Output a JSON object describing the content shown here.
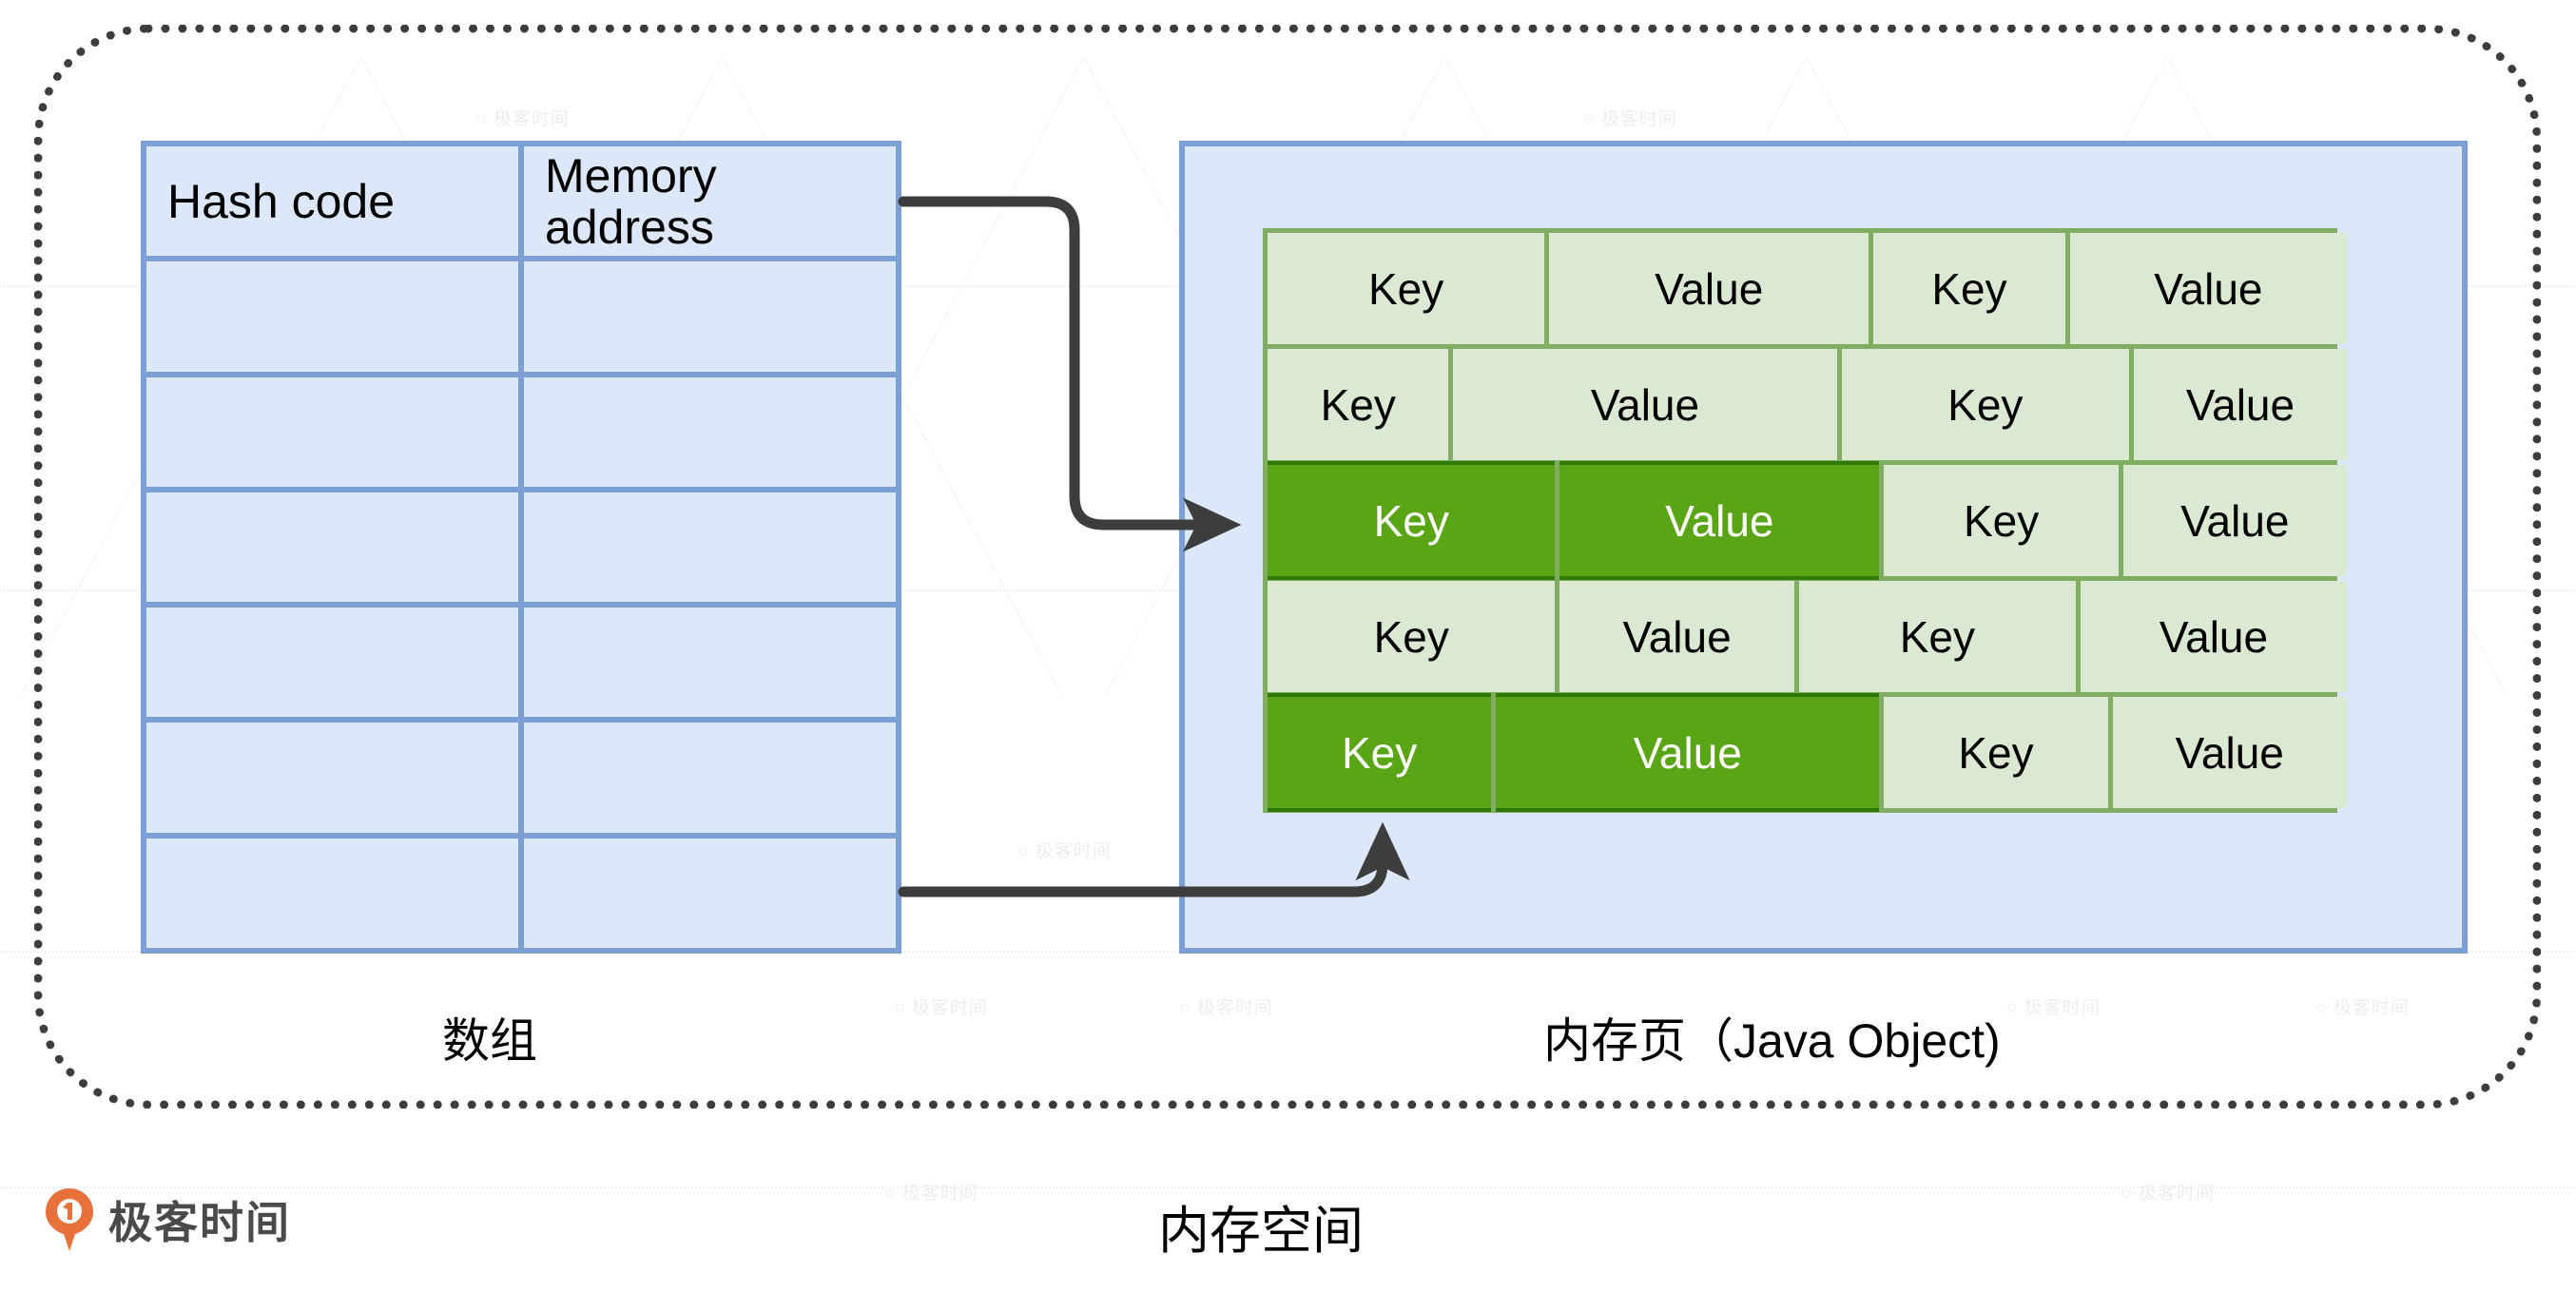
{
  "diagram": {
    "title": "内存空间",
    "outer_frame_label": "内存空间"
  },
  "array_table": {
    "caption": "数组",
    "columns": [
      "Hash code",
      "Memory address"
    ],
    "rows": [
      {
        "hash_code": "Hash code",
        "memory_address": "Memory address"
      },
      {
        "hash_code": "",
        "memory_address": ""
      },
      {
        "hash_code": "",
        "memory_address": ""
      },
      {
        "hash_code": "",
        "memory_address": ""
      },
      {
        "hash_code": "",
        "memory_address": ""
      },
      {
        "hash_code": "",
        "memory_address": ""
      },
      {
        "hash_code": "",
        "memory_address": ""
      }
    ],
    "row_count": 7,
    "column_count": 2,
    "fill_color": "#dce7fa",
    "border_color": "#7d9fd4"
  },
  "memory_page": {
    "caption": "内存页（Java Object)",
    "fill_color": "#dce7fa",
    "border_color": "#7d9fd4",
    "grid_background": "#7fad62",
    "cell_color": "#dbe9d3",
    "highlight_color": "#5aa515",
    "highlight_border_color": "#2f7a07",
    "rows": [
      {
        "cells": [
          {
            "label": "Key",
            "width_pct": 26,
            "highlighted": false
          },
          {
            "label": "Value",
            "width_pct": 30,
            "highlighted": false
          },
          {
            "label": "Key",
            "width_pct": 18,
            "highlighted": false
          },
          {
            "label": "Value",
            "width_pct": 26,
            "highlighted": false
          }
        ]
      },
      {
        "cells": [
          {
            "label": "Key",
            "width_pct": 17,
            "highlighted": false
          },
          {
            "label": "Value",
            "width_pct": 36,
            "highlighted": false
          },
          {
            "label": "Key",
            "width_pct": 27,
            "highlighted": false
          },
          {
            "label": "Value",
            "width_pct": 20,
            "highlighted": false
          }
        ]
      },
      {
        "cells": [
          {
            "label": "Key",
            "width_pct": 27,
            "highlighted": true
          },
          {
            "label": "Value",
            "width_pct": 30,
            "highlighted": true
          },
          {
            "label": "Key",
            "width_pct": 22,
            "highlighted": false
          },
          {
            "label": "Value",
            "width_pct": 21,
            "highlighted": false
          }
        ]
      },
      {
        "cells": [
          {
            "label": "Key",
            "width_pct": 27,
            "highlighted": false
          },
          {
            "label": "Value",
            "width_pct": 22,
            "highlighted": false
          },
          {
            "label": "Key",
            "width_pct": 26,
            "highlighted": false
          },
          {
            "label": "Value",
            "width_pct": 25,
            "highlighted": false
          }
        ]
      },
      {
        "cells": [
          {
            "label": "Key",
            "width_pct": 21,
            "highlighted": true
          },
          {
            "label": "Value",
            "width_pct": 36,
            "highlighted": true
          },
          {
            "label": "Key",
            "width_pct": 21,
            "highlighted": false
          },
          {
            "label": "Value",
            "width_pct": 22,
            "highlighted": false
          }
        ]
      }
    ]
  },
  "connectors": [
    {
      "name": "address-to-row3",
      "from": "array-row-1-memory-address",
      "to": "kv-row-3-key",
      "color": "#3d3d3d"
    },
    {
      "name": "address-to-row5",
      "from": "array-row-7-memory-address",
      "to": "kv-row-5-key",
      "color": "#3d3d3d"
    }
  ],
  "brand": {
    "name": "极客时间",
    "mark_color": "#e8703a",
    "text_color": "#4a4a4a"
  },
  "watermark": {
    "text": "极客时间"
  }
}
